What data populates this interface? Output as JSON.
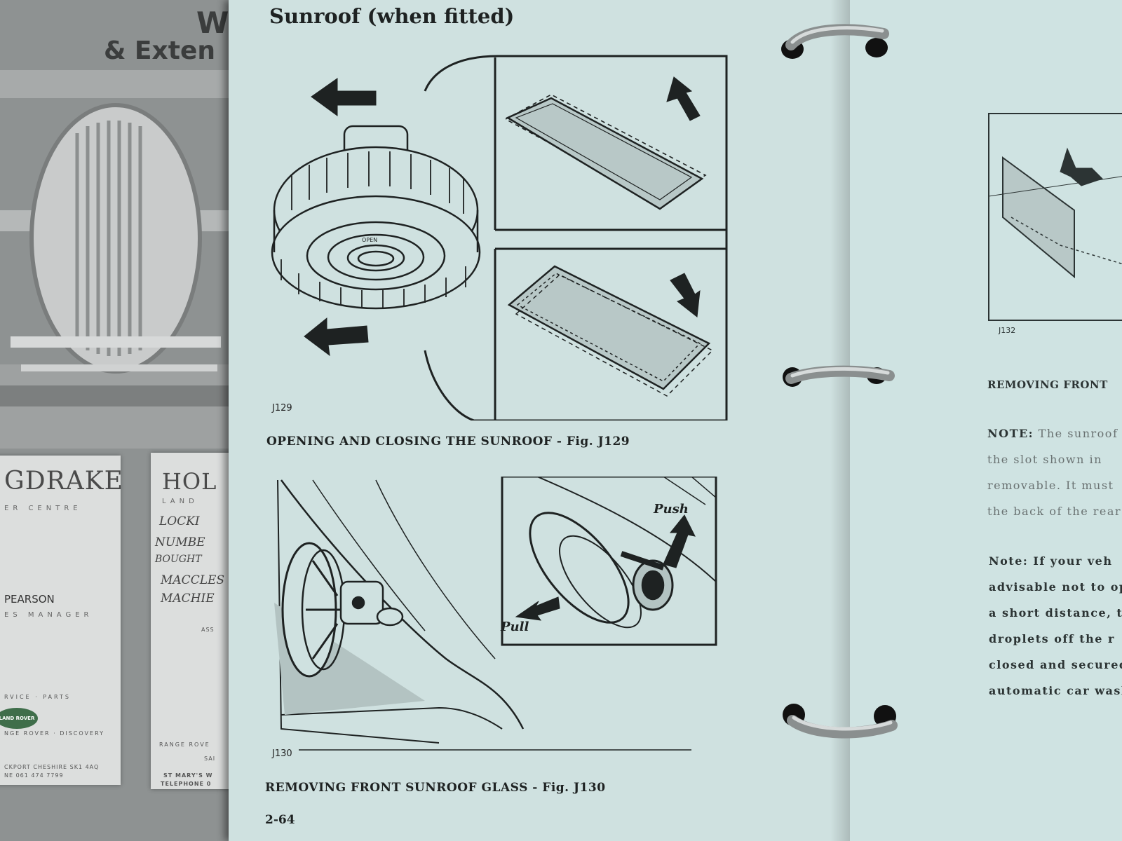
{
  "background_booklet": {
    "title_line1": "W",
    "title_line2": "& Exten"
  },
  "card_left": {
    "name": "GDRAKE",
    "subtitle": "ER CENTRE",
    "person": "PEARSON",
    "role": "ES MANAGER",
    "services": "RVICE · PARTS",
    "brands": "NGE ROVER · DISCOVERY",
    "logo_text": "LAND ROVER",
    "address": "CKPORT CHESHIRE SK1 4AQ",
    "phone": "NE 061 474 7799"
  },
  "card_right": {
    "name": "HOL",
    "subtitle": "LAND",
    "handwriting": [
      "LOCKI",
      "NUMBE",
      "BOUGHT",
      "MACCLES",
      "MACHIE"
    ],
    "fragment": "ASS",
    "brands": "RANGE ROVE",
    "fragment2": "SAI",
    "address": "ST MARY'S W",
    "phone": "TELEPHONE 0"
  },
  "left_page": {
    "heading": "Sunroof (when fitted)",
    "fig1_code": "J129",
    "fig1_caption": "OPENING AND CLOSING THE SUNROOF - Fig. J129",
    "fig1_knob_text": "OPEN",
    "fig2_code": "J130",
    "fig2_push_label": "Push",
    "fig2_pull_label": "Pull",
    "fig2_caption": "REMOVING FRONT SUNROOF GLASS - Fig. J130",
    "page_number": "2-64"
  },
  "right_page": {
    "fig_code": "J132",
    "caption": "REMOVING FRONT",
    "note_label": "NOTE:",
    "note_lines": [
      "The sunroof",
      "the  slot  shown  in",
      "removable.  It  must",
      "the back of the rear"
    ],
    "note2_lines": [
      "Note:  If  your  veh",
      "advisable  not  to  op",
      "a  short  distance,  t",
      "droplets  off  the  r",
      "closed and secured",
      "automatic car wash"
    ]
  },
  "colors": {
    "page": "#cfe1e0",
    "ink": "#1e2222",
    "ring": "#b8bcbc"
  }
}
